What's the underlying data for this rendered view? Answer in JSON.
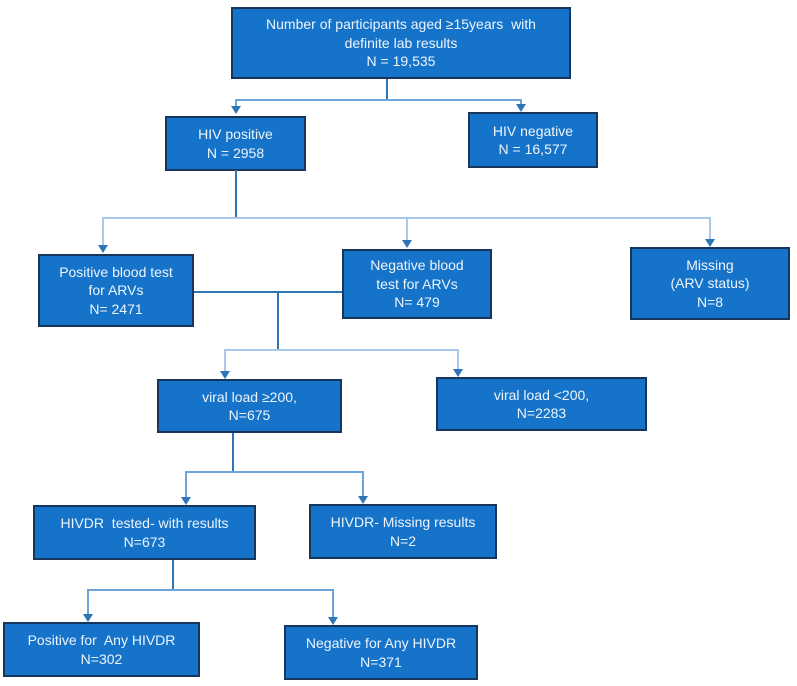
{
  "colors": {
    "box_fill": "#1573c9",
    "box_border": "#17365d",
    "box_text": "#eef4fc",
    "connector_dark": "#2e75b6",
    "connector_medium": "#6ea4dc",
    "connector_light": "#a8c7ea",
    "arrowhead": "#2e75b6"
  },
  "nodes": {
    "total": {
      "lines": [
        "Number of participants aged ≥15years  with",
        "definite lab results",
        "N = 19,535"
      ]
    },
    "hiv_positive": {
      "lines": [
        "HIV positive",
        "N = 2958"
      ]
    },
    "hiv_negative": {
      "lines": [
        "HIV negative",
        "N = 16,577"
      ]
    },
    "arv_positive": {
      "lines": [
        "Positive blood test",
        "for ARVs",
        "N= 2471"
      ]
    },
    "arv_negative": {
      "lines": [
        "Negative blood",
        "test for ARVs",
        "N= 479"
      ]
    },
    "arv_missing": {
      "lines": [
        "Missing",
        "(ARV status)",
        "N=8"
      ]
    },
    "viral_load_high": {
      "lines": [
        "viral load ≥200,",
        "N=675"
      ]
    },
    "viral_load_low": {
      "lines": [
        "viral load <200,",
        "N=2283"
      ]
    },
    "hivdr_tested": {
      "lines": [
        "HIVDR  tested- with results",
        "N=673"
      ]
    },
    "hivdr_missing": {
      "lines": [
        "HIVDR- Missing results",
        "N=2"
      ]
    },
    "any_hivdr_positive": {
      "lines": [
        "Positive for  Any HIVDR",
        "N=302"
      ]
    },
    "any_hivdr_negative": {
      "lines": [
        "Negative for Any HIVDR",
        "N=371"
      ]
    }
  }
}
